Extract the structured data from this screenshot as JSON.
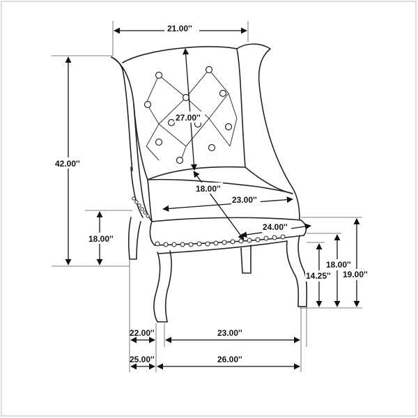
{
  "diagram": {
    "dimensions": {
      "top_width": "21.00''",
      "overall_height": "42.00''",
      "back_height": "27.00''",
      "seat_depth_inner": "18.00''",
      "seat_width_inner": "23.00''",
      "seat_front_width": "24.00''",
      "seat_height_left": "18.00''",
      "seat_height_right": "18.00''",
      "arm_height": "19.00''",
      "leg_height": "14.25''",
      "side_depth_legs": "22.00''",
      "side_depth_overall": "25.00''",
      "front_width_legs": "23.00''",
      "front_width_overall": "26.00''"
    }
  }
}
